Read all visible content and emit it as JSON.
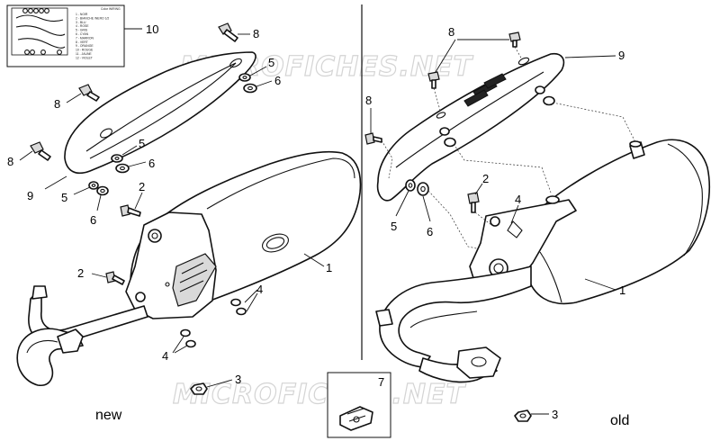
{
  "watermark": "MICROFICHES.NET",
  "captions": {
    "new": "new",
    "old": "old"
  },
  "labels": {
    "l10": "10",
    "new_l8a": "8",
    "new_l8b": "8",
    "new_l8c": "8",
    "new_l5a": "5",
    "new_l6a": "6",
    "new_l5b": "5",
    "new_l6b": "6",
    "new_l5c": "5",
    "new_l6c": "6",
    "new_l9": "9",
    "new_l2a": "2",
    "new_l2b": "2",
    "new_l1": "1",
    "new_l4a": "4",
    "new_l4b": "4",
    "new_l3": "3",
    "l7": "7",
    "old_l8a": "8",
    "old_l8b": "8",
    "old_l9": "9",
    "old_l2": "2",
    "old_l4": "4",
    "old_l5": "5",
    "old_l6": "6",
    "old_l1": "1",
    "old_l3": "3"
  },
  "legend": {
    "header": "Color WIRING",
    "rows": [
      "1 - NOIR",
      "2 - BIANCHE /NERO 1/2",
      "3 - BLU",
      "4 - ROSE",
      "5 - GRIS",
      "6 - CYAN",
      "7 - MARRON",
      "8 - VERT",
      "9 - ORANGE",
      "10 - ROUGE",
      "11 - JAUNE",
      "12 - VIOLET"
    ]
  }
}
